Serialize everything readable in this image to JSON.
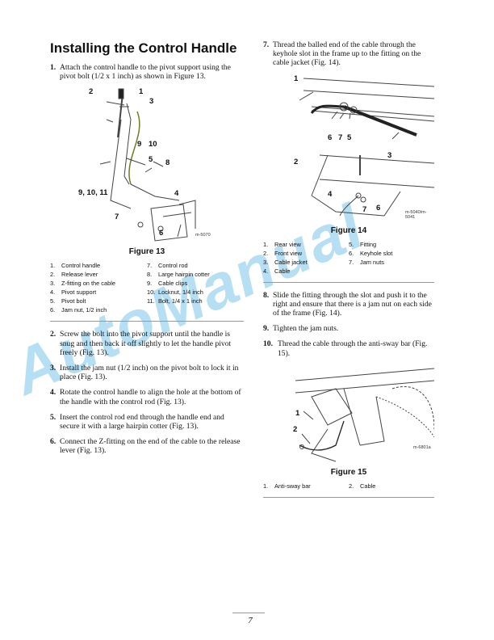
{
  "title": "Installing the Control Handle",
  "left_steps_top": [
    {
      "num": "1.",
      "text": "Attach the control handle to the pivot support using the pivot bolt (1/2 x 1 inch) as shown in Figure 13."
    }
  ],
  "fig13": {
    "caption": "Figure 13",
    "ref": "m-5070",
    "callouts": [
      "2",
      "1",
      "3",
      "9",
      "10",
      "5",
      "8",
      "9, 10, 11",
      "4",
      "7",
      "6"
    ],
    "legend": [
      {
        "n": "1.",
        "t": "Control handle"
      },
      {
        "n": "7.",
        "t": "Control rod"
      },
      {
        "n": "2.",
        "t": "Release lever"
      },
      {
        "n": "8.",
        "t": "Large hairpin cotter"
      },
      {
        "n": "3.",
        "t": "Z-fitting on the cable"
      },
      {
        "n": "9.",
        "t": "Cable clips"
      },
      {
        "n": "4.",
        "t": "Pivot support"
      },
      {
        "n": "10.",
        "t": "Locknut, 1/4 inch"
      },
      {
        "n": "5.",
        "t": "Pivot bolt"
      },
      {
        "n": "11.",
        "t": "Bolt, 1/4 x 1 inch"
      },
      {
        "n": "6.",
        "t": "Jam nut, 1/2 inch"
      },
      {
        "n": "",
        "t": ""
      }
    ]
  },
  "left_steps_bottom": [
    {
      "num": "2.",
      "text": "Screw the bolt into the pivot support until the handle is snug and then back it off slightly to let the handle pivot freely (Fig. 13)."
    },
    {
      "num": "3.",
      "text": "Install the jam nut (1/2 inch) on the pivot bolt to lock it in place (Fig. 13)."
    },
    {
      "num": "4.",
      "text": "Rotate the control handle to align the hole at the bottom of the handle with the control rod (Fig. 13)."
    },
    {
      "num": "5.",
      "text": "Insert the control rod end through the handle end and secure it with a large hairpin cotter (Fig. 13)."
    },
    {
      "num": "6.",
      "text": "Connect the Z-fitting on the end of the cable to the release lever (Fig. 13)."
    }
  ],
  "right_steps_top": [
    {
      "num": "7.",
      "text": "Thread the balled end of the cable through the keyhole slot in the frame up to the fitting on the cable jacket (Fig. 14)."
    }
  ],
  "fig14": {
    "caption": "Figure 14",
    "ref": "m-5040/m-5041",
    "callouts": [
      "1",
      "6",
      "7",
      "5",
      "3",
      "2",
      "4",
      "7",
      "6"
    ],
    "legend": [
      {
        "n": "1.",
        "t": "Rear view"
      },
      {
        "n": "5.",
        "t": "Fitting"
      },
      {
        "n": "2.",
        "t": "Front view"
      },
      {
        "n": "6.",
        "t": "Keyhole slot"
      },
      {
        "n": "3.",
        "t": "Cable jacket"
      },
      {
        "n": "7.",
        "t": "Jam nuts"
      },
      {
        "n": "4.",
        "t": "Cable"
      },
      {
        "n": "",
        "t": ""
      }
    ]
  },
  "right_steps_bottom": [
    {
      "num": "8.",
      "text": "Slide the fitting through the slot and push it to the right and ensure that there is a jam nut on each side of the frame (Fig. 14)."
    },
    {
      "num": "9.",
      "text": "Tighten the jam nuts."
    },
    {
      "num": "10.",
      "text": "Thread the cable through the anti-sway bar (Fig. 15)."
    }
  ],
  "fig15": {
    "caption": "Figure 15",
    "ref": "m-6801a",
    "callouts": [
      "1",
      "2"
    ],
    "legend": [
      {
        "n": "1.",
        "t": "Anti-sway bar"
      },
      {
        "n": "2.",
        "t": "Cable"
      }
    ]
  },
  "page_number": "7",
  "watermark": "AutoManual",
  "colors": {
    "watermark": "#7cc6ea",
    "text": "#111111",
    "rule": "#999999"
  }
}
